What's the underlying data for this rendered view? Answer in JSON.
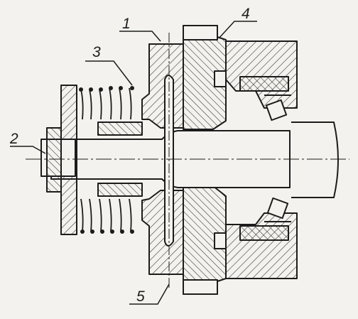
{
  "callouts": [
    {
      "label": "1",
      "part": "clutch-housing"
    },
    {
      "label": "2",
      "part": "shaft-end-nut"
    },
    {
      "label": "3",
      "part": "compression-spring"
    },
    {
      "label": "4",
      "part": "bearing-housing"
    },
    {
      "label": "5",
      "part": "radial-pin"
    }
  ],
  "colors": {
    "paper": "#f3f2ee",
    "ink": "#1c1c1c",
    "hatch": "#3a3a3a"
  }
}
